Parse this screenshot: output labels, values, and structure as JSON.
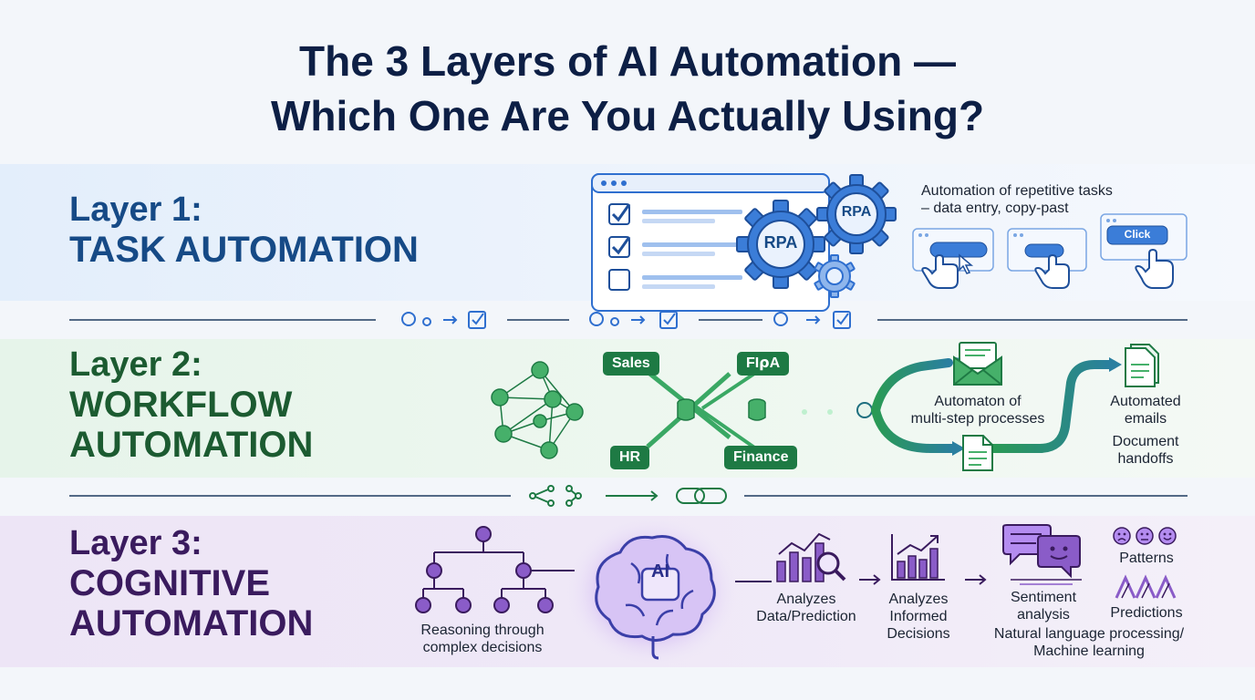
{
  "title": {
    "line1": "The 3 Layers of AI Automation —",
    "line2": "Which One Are You Actually Using?"
  },
  "layer1": {
    "label_line1": "Layer 1:",
    "label_line2": "TASK AUTOMATION",
    "color": "#164a86",
    "gear_big_label": "RPA",
    "gear_small_label": "RPA",
    "caption_line1": "Automation of repetitive tasks",
    "caption_line2": "– data entry, copy-past",
    "click_button_label": "Click"
  },
  "layer2": {
    "label_line1": "Layer 2:",
    "label_line2": "WORKFLOW",
    "label_line3": "AUTOMATION",
    "color": "#1c5b31",
    "pills": [
      "Sales",
      "FI⍴A",
      "HR",
      "Finance"
    ],
    "caption_line1": "Automaton of",
    "caption_line2": "multi-step processes",
    "right_caption_line1": "Automated",
    "right_caption_line2": "emails",
    "right_caption_line3": "Document",
    "right_caption_line4": "handoffs"
  },
  "layer3": {
    "label_line1": "Layer 3:",
    "label_line2": "COGNITIVE",
    "label_line3": "AUTOMATION",
    "color": "#3a1b5e",
    "brain_label": "AI",
    "tree_caption_line1": "Reasoning through",
    "tree_caption_line2": "complex decisions",
    "analyze1_line1": "Analyzes",
    "analyze1_line2": "Data/Prediction",
    "analyze2_line1": "Analyzes",
    "analyze2_line2": "Informed",
    "analyze2_line3": "Decisions",
    "sentiment_line1": "Sentiment",
    "sentiment_line2": "analysis",
    "patterns": "Patterns",
    "predictions": "Predictions",
    "nlp_line1": "Natural language processing/",
    "nlp_line2": "Machine learning"
  },
  "colors": {
    "title": "#0d1f45",
    "blue_accent": "#2f6fcf",
    "green_accent": "#2a9a55",
    "purple_accent": "#7a4fc2",
    "divider": "#1e3a5f"
  }
}
